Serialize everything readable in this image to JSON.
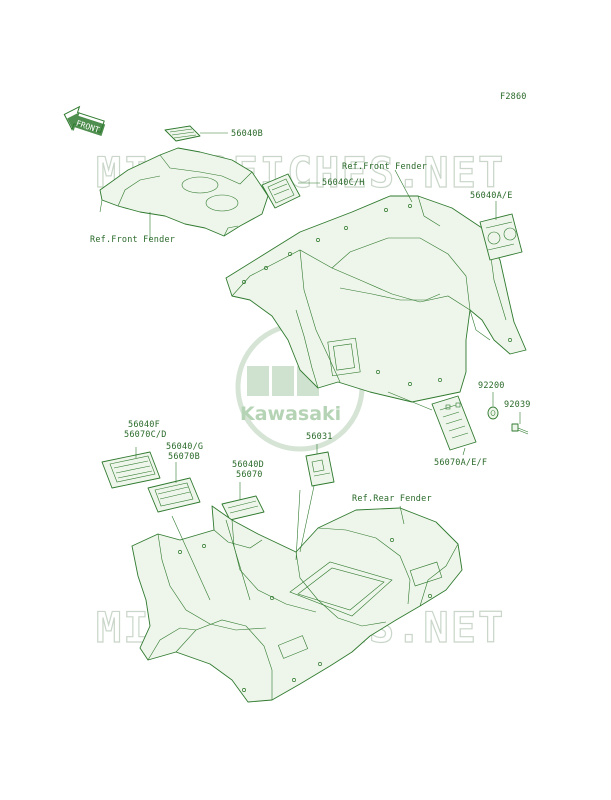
{
  "figure_code": "F2860",
  "front_arrow_text": "FRONT",
  "watermark_text": "MICROFICHES.NET",
  "logo_text": "Kawasaki",
  "labels": {
    "p56040B": "56040B",
    "p56040CH": "56040C/H",
    "ref_front_fender_top": "Ref.Front Fender",
    "p56040AE": "56040A/E",
    "ref_front_fender_left": "Ref.Front Fender",
    "p92200": "92200",
    "p92039": "92039",
    "p56070AEF": "56070A/E/F",
    "p56040F": "56040F",
    "p56070CD": "56070C/D",
    "p56040G": "56040/G",
    "p56070B": "56070B",
    "p56031": "56031",
    "p56040D": "56040D",
    "p56070": "56070",
    "ref_rear_fender": "Ref.Rear Fender"
  },
  "colors": {
    "line": "#2f7a2f",
    "label": "#2a6a2a",
    "watermark": "#c9d6c9"
  }
}
